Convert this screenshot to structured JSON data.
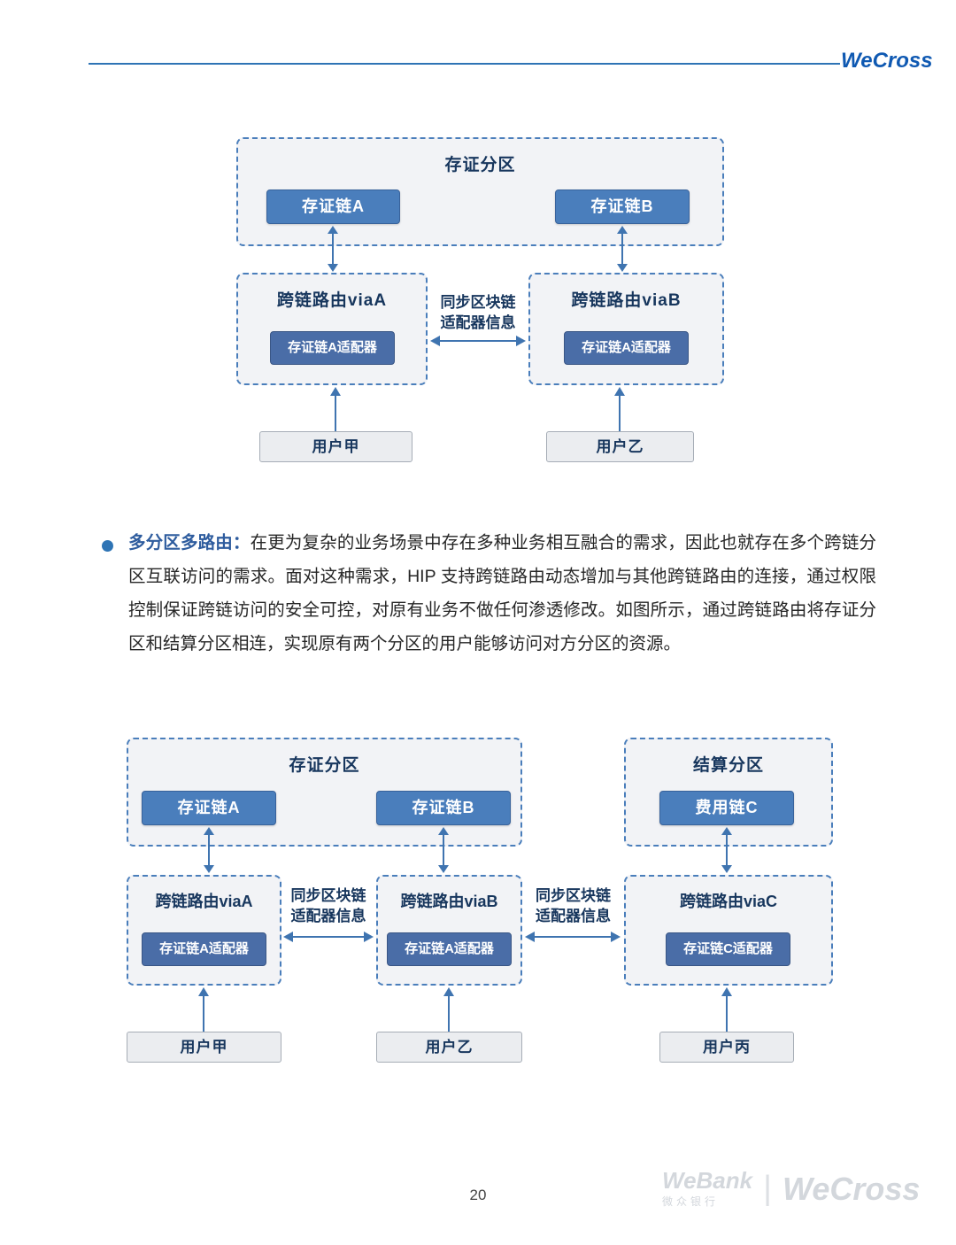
{
  "header": {
    "logo": "WeCross"
  },
  "colors": {
    "accent": "#2e74b5",
    "node_blue": "#4a7ebc",
    "adapter_blue": "#4a6da7",
    "title_navy": "#17365d",
    "arrow_blue": "#3f74b0"
  },
  "diagram1": {
    "partition": {
      "title": "存证分区",
      "chains": [
        {
          "label": "存证链A"
        },
        {
          "label": "存证链B"
        }
      ]
    },
    "routers": [
      {
        "title": "跨链路由viaA",
        "adapter": "存证链A适配器"
      },
      {
        "title": "跨链路由viaB",
        "adapter": "存证链A适配器"
      }
    ],
    "sync": {
      "line1": "同步区块链",
      "line2": "适配器信息"
    },
    "users": [
      {
        "label": "用户甲"
      },
      {
        "label": "用户乙"
      }
    ]
  },
  "paragraph": {
    "lead": "多分区多路由：",
    "body": "在更为复杂的业务场景中存在多种业务相互融合的需求，因此也就存在多个跨链分区互联访问的需求。面对这种需求，HIP 支持跨链路由动态增加与其他跨链路由的连接，通过权限控制保证跨链访问的安全可控，对原有业务不做任何渗透修改。如图所示，通过跨链路由将存证分区和结算分区相连，实现原有两个分区的用户能够访问对方分区的资源。"
  },
  "diagram2": {
    "partitions": [
      {
        "title": "存证分区",
        "chains": [
          {
            "label": "存证链A"
          },
          {
            "label": "存证链B"
          }
        ]
      },
      {
        "title": "结算分区",
        "chains": [
          {
            "label": "费用链C"
          }
        ]
      }
    ],
    "routers": [
      {
        "title": "跨链路由viaA",
        "adapter": "存证链A适配器"
      },
      {
        "title": "跨链路由viaB",
        "adapter": "存证链A适配器"
      },
      {
        "title": "跨链路由viaC",
        "adapter": "存证链C适配器"
      }
    ],
    "syncs": [
      {
        "line1": "同步区块链",
        "line2": "适配器信息"
      },
      {
        "line1": "同步区块链",
        "line2": "适配器信息"
      }
    ],
    "users": [
      {
        "label": "用户甲"
      },
      {
        "label": "用户乙"
      },
      {
        "label": "用户丙"
      }
    ]
  },
  "footer": {
    "page_number": "20",
    "brand_webank": "WeBank",
    "brand_webank_cn": "微众银行",
    "brand_divider": "|",
    "brand_wecross": "WeCross"
  }
}
